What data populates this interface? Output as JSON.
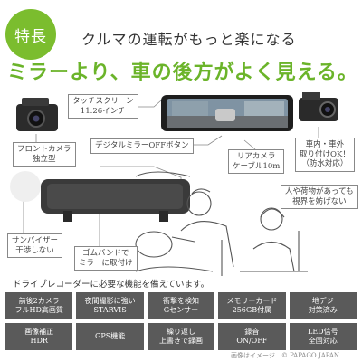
{
  "badge": "特長",
  "headline": "クルマの運転がもっと楽になる",
  "tagline": "ミラーより、車の後方がよく見える。",
  "callouts": {
    "touchscreen": "タッチスクリーン\n11.26インチ",
    "digital_mirror_off": "デジタルミラーOFFボタン",
    "front_camera": "フロントカメラ\n独立型",
    "rear_camera_cable": "リアカメラ\nケーブル10m",
    "rear_camera_mount": "車内・車外\n取り付けOK！\n（防水対応）",
    "visibility": "人や荷物があっても\n視界を妨げない",
    "sun_visor": "サンバイザー\n干渉しない",
    "rubber_band": "ゴムバンドで\nミラーに取付け"
  },
  "feature_note": "ドライブレコーダーに必要な機能を備えています。",
  "features": [
    "前後2カメラ\nフルHD高画質",
    "夜間撮影に強い\nSTARVIS",
    "衝撃を検知\nGセンサー",
    "メモリーカード\n256GB付属",
    "地デジ\n対策済み",
    "画像補正\nHDR",
    "GPS機能",
    "繰り返し\n上書きで録画",
    "録音\nON/OFF",
    "LED信号\n全国対応"
  ],
  "footer": "画像はイメージ　© PAPAGO JAPAN",
  "colors": {
    "accent_green": "#7bbd2e",
    "tile_gray": "#5a5a5a"
  }
}
